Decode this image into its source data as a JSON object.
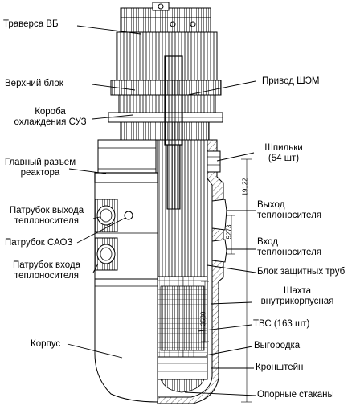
{
  "labels": {
    "traversa": "Траверса ВБ",
    "upper_block": "Верхний блок",
    "cooling_boxes_l1": "Короба",
    "cooling_boxes_l2": "охлаждения СУЗ",
    "main_joint_l1": "Главный разъем",
    "main_joint_l2": "реактора",
    "outlet_nozzle_l1": "Патрубок выхода",
    "outlet_nozzle_l2": "теплоносителя",
    "saoz_nozzle": "Патрубок САОЗ",
    "inlet_nozzle_l1": "Патрубок входа",
    "inlet_nozzle_l2": "теплоносителя",
    "vessel": "Корпус",
    "drive": "Привод ШЭМ",
    "studs_l1": "Шпильки",
    "studs_l2": "(54 шт)",
    "outlet_l1": "Выход",
    "outlet_l2": "теплоносителя",
    "inlet_l1": "Вход",
    "inlet_l2": "теплоносителя",
    "protective_tubes": "Блок защитных труб",
    "shaft_l1": "Шахта",
    "shaft_l2": "внутрикорпусная",
    "fuel": "ТВС (163 шт)",
    "baffle": "Выгородка",
    "bracket": "Кронштейн",
    "support_cups": "Опорные стаканы"
  },
  "dimensions": {
    "d19122": "19122",
    "d5273": "5273",
    "d3530": "3530"
  },
  "colors": {
    "line": "#000000",
    "shade": "#9a9a9a",
    "light": "#d8d8d8",
    "bg": "#ffffff"
  }
}
